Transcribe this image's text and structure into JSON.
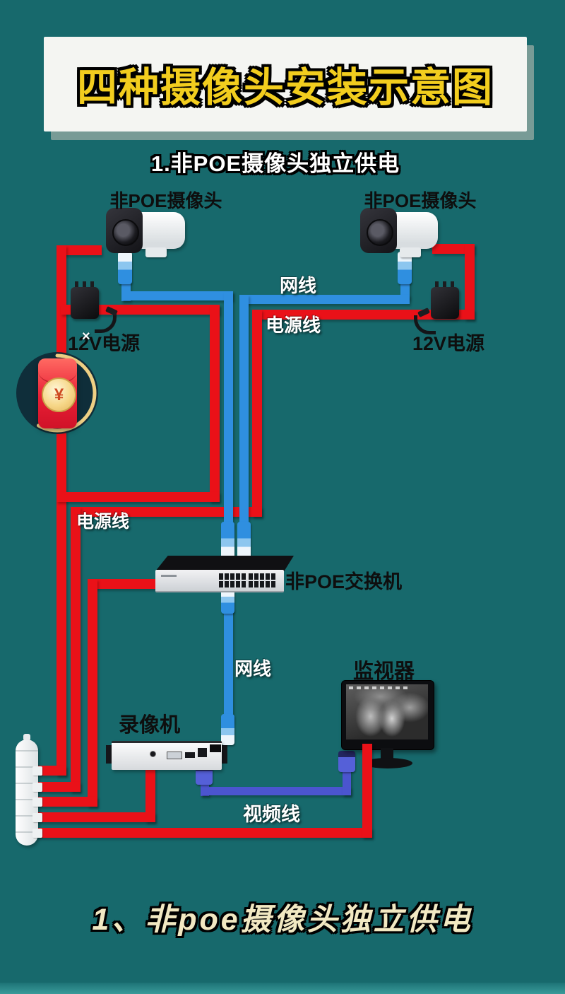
{
  "colors": {
    "background": "#17696c",
    "power_cable": "#ea1118",
    "lan_cable": "#2f8fe0",
    "video_cable": "#4b55cf",
    "banner_title": "#f2cd1e",
    "caption": "#f1e8c2"
  },
  "banner": {
    "title": "四种摄像头安装示意图"
  },
  "section": {
    "title": "1.非POE摄像头独立供电"
  },
  "cameras": {
    "left_label": "非POE摄像头",
    "right_label": "非POE摄像头"
  },
  "adapters": {
    "left_label": "12V电源",
    "right_label": "12V电源"
  },
  "cable_labels": {
    "lan_top": "网线",
    "power_mid": "电源线",
    "power_left": "电源线",
    "lan_bottom": "网线",
    "video": "视频线"
  },
  "switch": {
    "label": "非POE交换机"
  },
  "nvr": {
    "label": "录像机"
  },
  "monitor": {
    "label": "监视器"
  },
  "red_packet": {
    "symbol": "¥"
  },
  "decorations": {
    "sparkle": "×"
  },
  "caption": {
    "text": "1、非poe摄像头独立供电"
  }
}
